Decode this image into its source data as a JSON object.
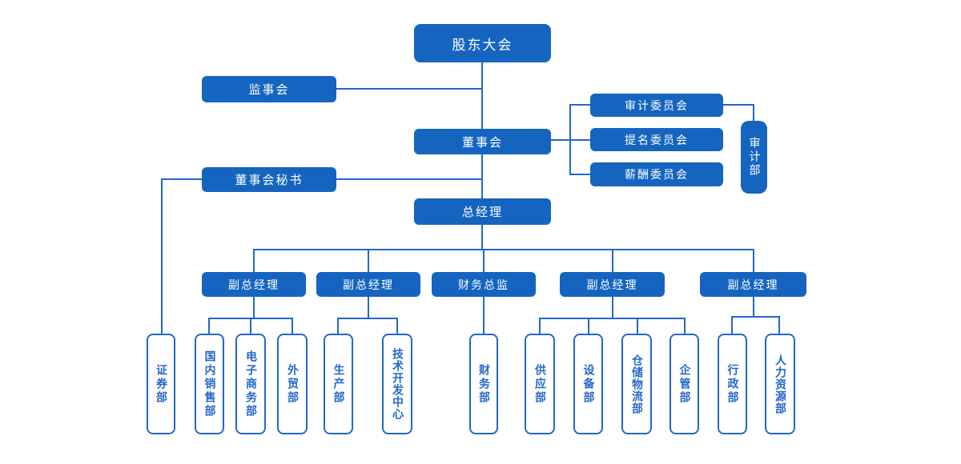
{
  "chart_title": "",
  "colors": {
    "node_fill": "#1565C0",
    "node_text": "#FFFFFF",
    "connector_line": "#2368C9",
    "outline_border": "#2368C9",
    "outline_text": "#2368C9",
    "background": "#FFFFFF"
  },
  "nodes": {
    "shareholders": {
      "label": "股东大会"
    },
    "supervisory_board": {
      "label": "监事会"
    },
    "board": {
      "label": "董事会"
    },
    "audit_committee": {
      "label": "审计委员会"
    },
    "nomination_committee": {
      "label": "提名委员会"
    },
    "compensation_committee": {
      "label": "薪酬委员会"
    },
    "audit_dept": {
      "label": "审计部"
    },
    "board_secretary": {
      "label": "董事会秘书"
    },
    "general_manager": {
      "label": "总经理"
    },
    "vgm1": {
      "label": "副总经理"
    },
    "vgm2": {
      "label": "副总经理"
    },
    "cfo": {
      "label": "财务总监"
    },
    "vgm3": {
      "label": "副总经理"
    },
    "vgm4": {
      "label": "副总经理"
    },
    "securities": {
      "label": "证券部"
    },
    "domestic_sales": {
      "label": "国内销售部"
    },
    "ecommerce": {
      "label": "电子商务部"
    },
    "foreign_trade": {
      "label": "外贸部"
    },
    "production": {
      "label": "生产部"
    },
    "tech_center": {
      "label": "技术开发中心"
    },
    "finance": {
      "label": "财务部"
    },
    "supply": {
      "label": "供应部"
    },
    "equipment": {
      "label": "设备部"
    },
    "warehouse_logistics": {
      "label": "仓储物流部"
    },
    "enterprise_mgmt": {
      "label": "企管部"
    },
    "admin": {
      "label": "行政部"
    },
    "hr": {
      "label": "人力资源部"
    }
  },
  "edges": [
    {
      "from": "shareholders",
      "to": "supervisory_board"
    },
    {
      "from": "shareholders",
      "to": "board"
    },
    {
      "from": "board",
      "to": "audit_committee"
    },
    {
      "from": "board",
      "to": "nomination_committee"
    },
    {
      "from": "board",
      "to": "compensation_committee"
    },
    {
      "from": "audit_committee",
      "to": "audit_dept"
    },
    {
      "from": "board",
      "to": "board_secretary"
    },
    {
      "from": "board",
      "to": "general_manager"
    },
    {
      "from": "board_secretary",
      "to": "securities"
    },
    {
      "from": "general_manager",
      "to": "vgm1"
    },
    {
      "from": "general_manager",
      "to": "vgm2"
    },
    {
      "from": "general_manager",
      "to": "cfo"
    },
    {
      "from": "general_manager",
      "to": "vgm3"
    },
    {
      "from": "general_manager",
      "to": "vgm4"
    },
    {
      "from": "vgm1",
      "to": "domestic_sales"
    },
    {
      "from": "vgm1",
      "to": "ecommerce"
    },
    {
      "from": "vgm1",
      "to": "foreign_trade"
    },
    {
      "from": "vgm2",
      "to": "production"
    },
    {
      "from": "vgm2",
      "to": "tech_center"
    },
    {
      "from": "cfo",
      "to": "finance"
    },
    {
      "from": "vgm3",
      "to": "supply"
    },
    {
      "from": "vgm3",
      "to": "equipment"
    },
    {
      "from": "vgm3",
      "to": "warehouse_logistics"
    },
    {
      "from": "vgm3",
      "to": "enterprise_mgmt"
    },
    {
      "from": "vgm4",
      "to": "admin"
    },
    {
      "from": "vgm4",
      "to": "hr"
    }
  ]
}
